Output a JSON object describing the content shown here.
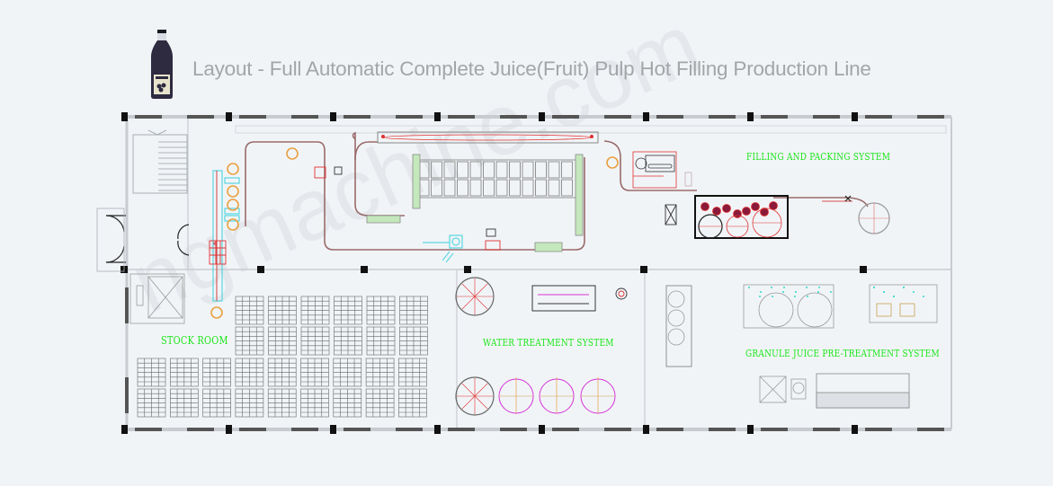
{
  "header": {
    "title": "Layout - Full Automatic Complete Juice(Fruit) Pulp Hot Filling Production Line",
    "logo_icon": "juice-bottle-icon"
  },
  "areas": {
    "filling_packing": "FILLING AND PACKING SYSTEM",
    "stock_room": "STOCK ROOM",
    "water_treatment": "WATER TREATMENT SYSTEM",
    "granule_pretreatment": "GRANULE JUICE PRE-TREATMENT SYSTEM"
  },
  "watermark": "ngmachine.com",
  "colors": {
    "background": "#f1f4f7",
    "title_text": "#a3a6a9",
    "area_label": "#19e619",
    "conveyor": "#9a6b6b",
    "equipment_red": "#e03030",
    "tank_magenta": "#d633d6",
    "cooler_cyan": "#33d6e0",
    "accent_orange": "#e8a040",
    "green_conveyor": "#b8e6b0",
    "wall": "#333333"
  },
  "stock_room": {
    "pallet_columns_lower": 9,
    "pallet_rows_lower": 2,
    "pallet_columns_upper": 6,
    "pallet_rows_upper": 2
  }
}
